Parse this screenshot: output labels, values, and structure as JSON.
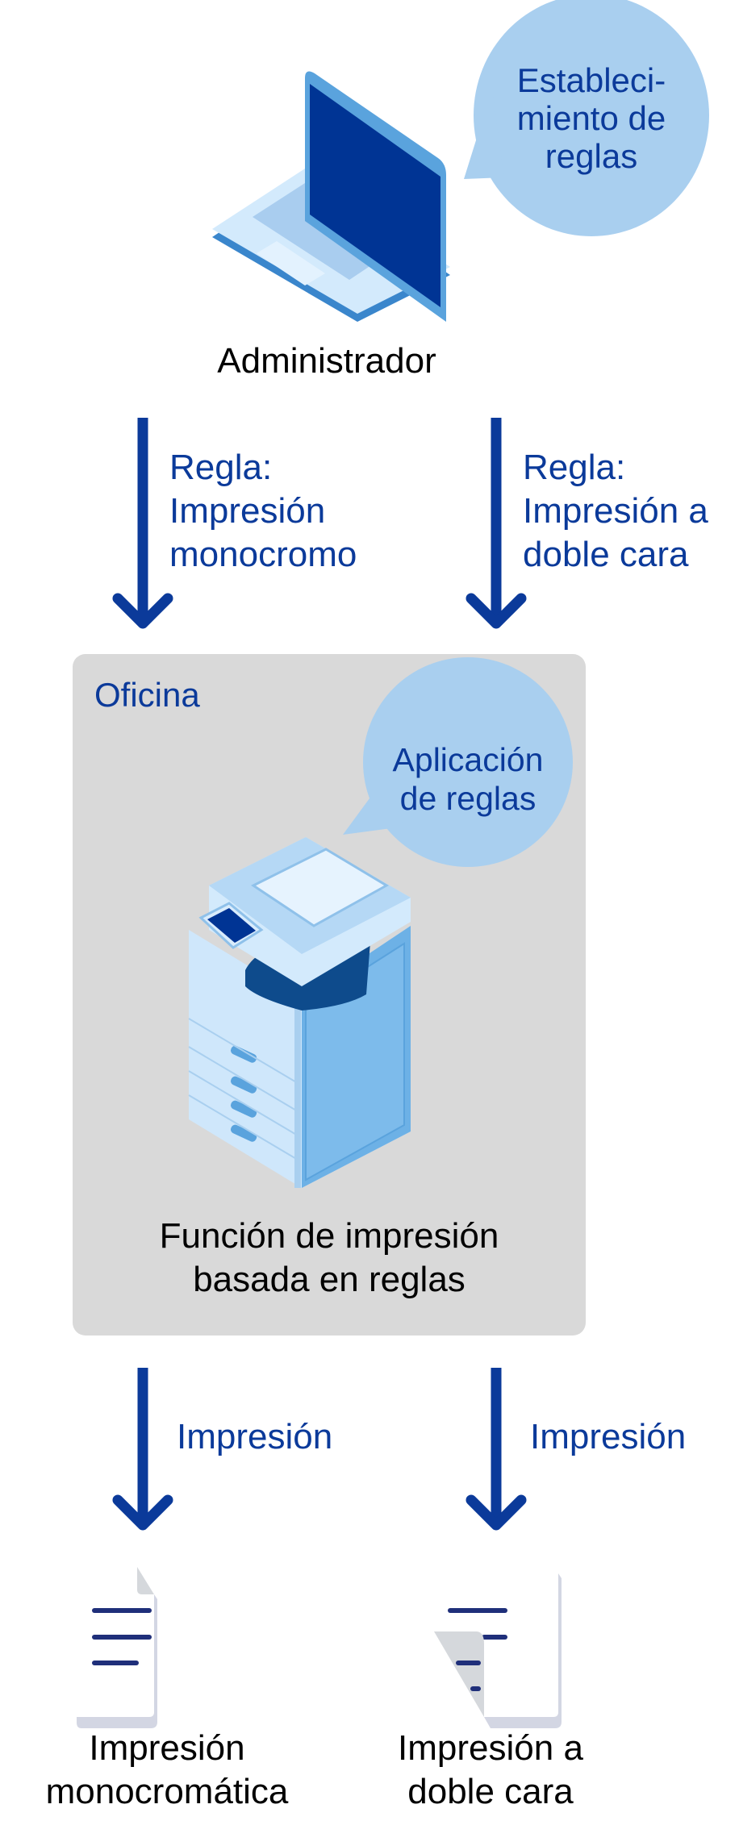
{
  "admin": {
    "label": "Administrador",
    "bubble": [
      "Estableci-",
      "miento de",
      "reglas"
    ]
  },
  "rules": {
    "left": [
      "Regla:",
      "Impresión",
      "monocromo"
    ],
    "right": [
      "Regla:",
      "Impresión a",
      "doble cara"
    ]
  },
  "office": {
    "title": "Oficina",
    "bubble": [
      "Aplicación",
      "de reglas"
    ],
    "caption": [
      "Función de impresión",
      "basada en reglas"
    ]
  },
  "outputs": {
    "arrow_label_left": "Impresión",
    "arrow_label_right": "Impresión",
    "left_label": [
      "Impresión",
      "monocromática"
    ],
    "right_label": [
      "Impresión a",
      "doble cara"
    ]
  },
  "colors": {
    "accent": "#0b3a9a",
    "bubble": "#a9cfef",
    "box": "#d9d9d9"
  }
}
